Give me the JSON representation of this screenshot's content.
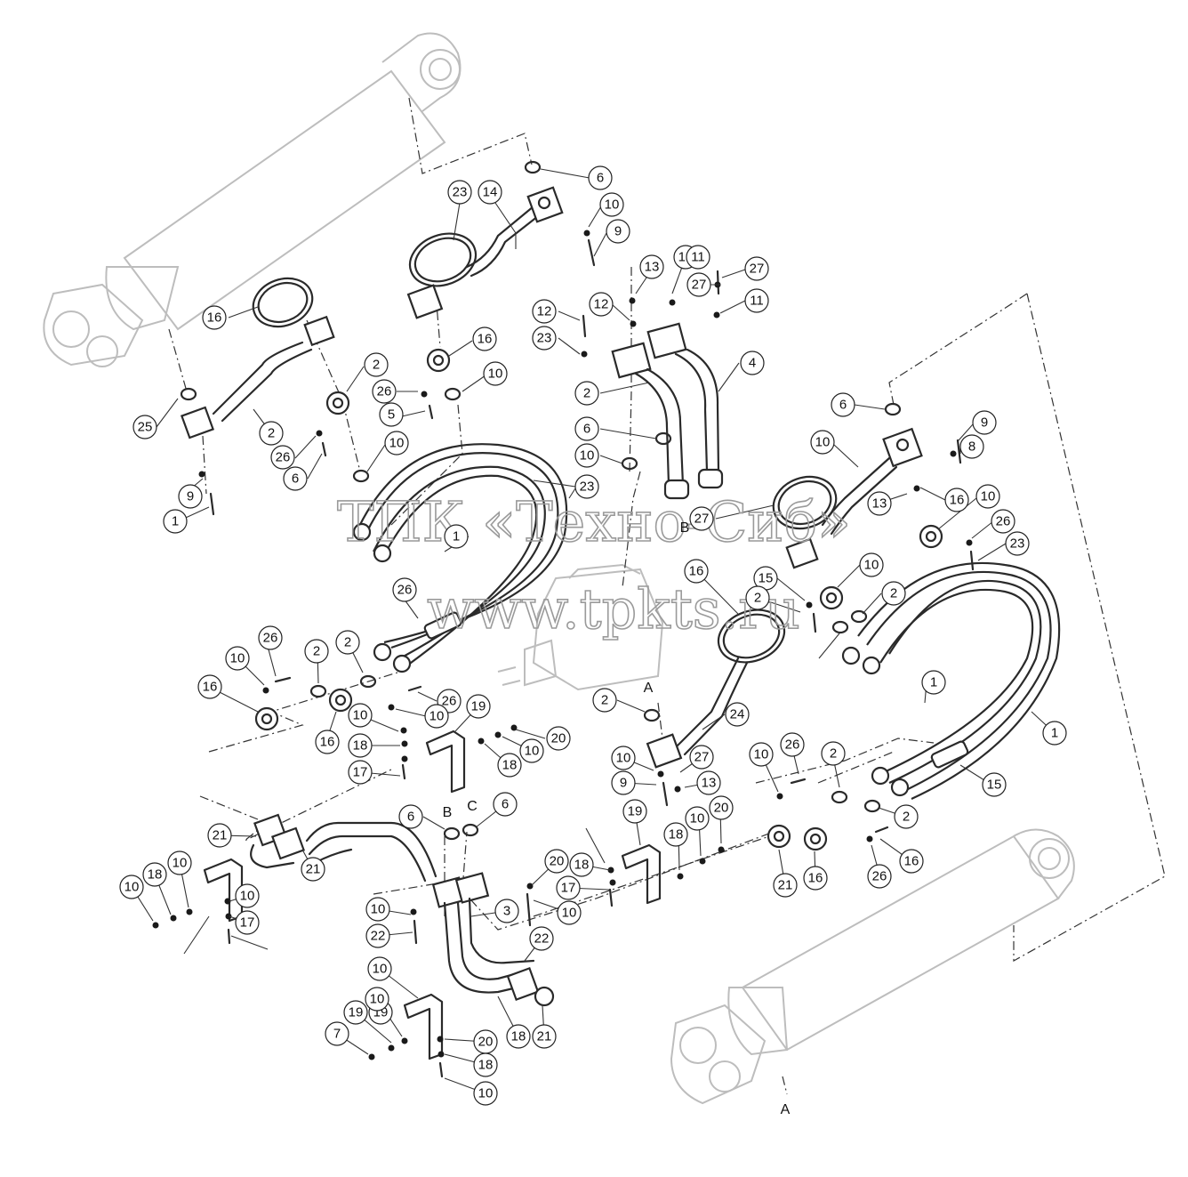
{
  "watermark": {
    "line1": "ТПК «Техно-Сиб»",
    "line2": "www.tpkts.ru"
  },
  "callouts": [
    {
      "label": "6"
    },
    {
      "label": "23"
    },
    {
      "label": "14"
    },
    {
      "label": "10"
    },
    {
      "label": "9"
    },
    {
      "label": "13"
    },
    {
      "label": "13"
    },
    {
      "label": "27"
    },
    {
      "label": "11"
    },
    {
      "label": "27"
    },
    {
      "label": "12"
    },
    {
      "label": "11"
    },
    {
      "label": "12"
    },
    {
      "label": "23"
    },
    {
      "label": "16"
    },
    {
      "label": "16"
    },
    {
      "label": "2"
    },
    {
      "label": "10"
    },
    {
      "label": "26"
    },
    {
      "label": "5"
    },
    {
      "label": "4"
    },
    {
      "label": "2"
    },
    {
      "label": "25"
    },
    {
      "label": "2"
    },
    {
      "label": "10"
    },
    {
      "label": "26"
    },
    {
      "label": "6"
    },
    {
      "label": "6"
    },
    {
      "label": "6"
    },
    {
      "label": "10"
    },
    {
      "label": "9"
    },
    {
      "label": "8"
    },
    {
      "label": "10"
    },
    {
      "label": "9"
    },
    {
      "label": "1"
    },
    {
      "label": "23"
    },
    {
      "label": "27"
    },
    {
      "label": "13"
    },
    {
      "label": "16"
    },
    {
      "label": "10"
    },
    {
      "label": "1"
    },
    {
      "label": "26"
    },
    {
      "label": "23"
    },
    {
      "label": "16"
    },
    {
      "label": "10"
    },
    {
      "label": "15"
    },
    {
      "label": "26"
    },
    {
      "label": "2"
    },
    {
      "label": "2"
    },
    {
      "label": "26"
    },
    {
      "label": "10"
    },
    {
      "label": "2"
    },
    {
      "label": "2"
    },
    {
      "label": "16"
    },
    {
      "label": "16"
    },
    {
      "label": "10"
    },
    {
      "label": "26"
    },
    {
      "label": "19"
    },
    {
      "label": "10"
    },
    {
      "label": "18"
    },
    {
      "label": "20"
    },
    {
      "label": "10"
    },
    {
      "label": "18"
    },
    {
      "label": "17"
    },
    {
      "label": "1"
    },
    {
      "label": "2"
    },
    {
      "label": "24"
    },
    {
      "label": "1"
    },
    {
      "label": "10"
    },
    {
      "label": "27"
    },
    {
      "label": "9"
    },
    {
      "label": "13"
    },
    {
      "label": "10"
    },
    {
      "label": "26"
    },
    {
      "label": "2"
    },
    {
      "label": "15"
    },
    {
      "label": "2"
    },
    {
      "label": "6"
    },
    {
      "label": "6"
    },
    {
      "label": "21"
    },
    {
      "label": "19"
    },
    {
      "label": "18"
    },
    {
      "label": "10"
    },
    {
      "label": "20"
    },
    {
      "label": "21"
    },
    {
      "label": "20"
    },
    {
      "label": "18"
    },
    {
      "label": "10"
    },
    {
      "label": "18"
    },
    {
      "label": "10"
    },
    {
      "label": "19"
    },
    {
      "label": "17"
    },
    {
      "label": "10"
    },
    {
      "label": "10"
    },
    {
      "label": "17"
    },
    {
      "label": "22"
    },
    {
      "label": "3"
    },
    {
      "label": "10"
    },
    {
      "label": "22"
    },
    {
      "label": "21"
    },
    {
      "label": "16"
    },
    {
      "label": "16"
    },
    {
      "label": "26"
    },
    {
      "label": "10"
    },
    {
      "label": "19"
    },
    {
      "label": "10"
    },
    {
      "label": "18"
    },
    {
      "label": "21"
    },
    {
      "label": "7"
    },
    {
      "label": "20"
    },
    {
      "label": "18"
    },
    {
      "label": "10"
    },
    {
      "label": "17"
    }
  ],
  "letters": [
    {
      "text": "B"
    },
    {
      "text": "C"
    },
    {
      "text": "A"
    },
    {
      "text": "B"
    },
    {
      "text": "C"
    },
    {
      "text": "A"
    }
  ]
}
